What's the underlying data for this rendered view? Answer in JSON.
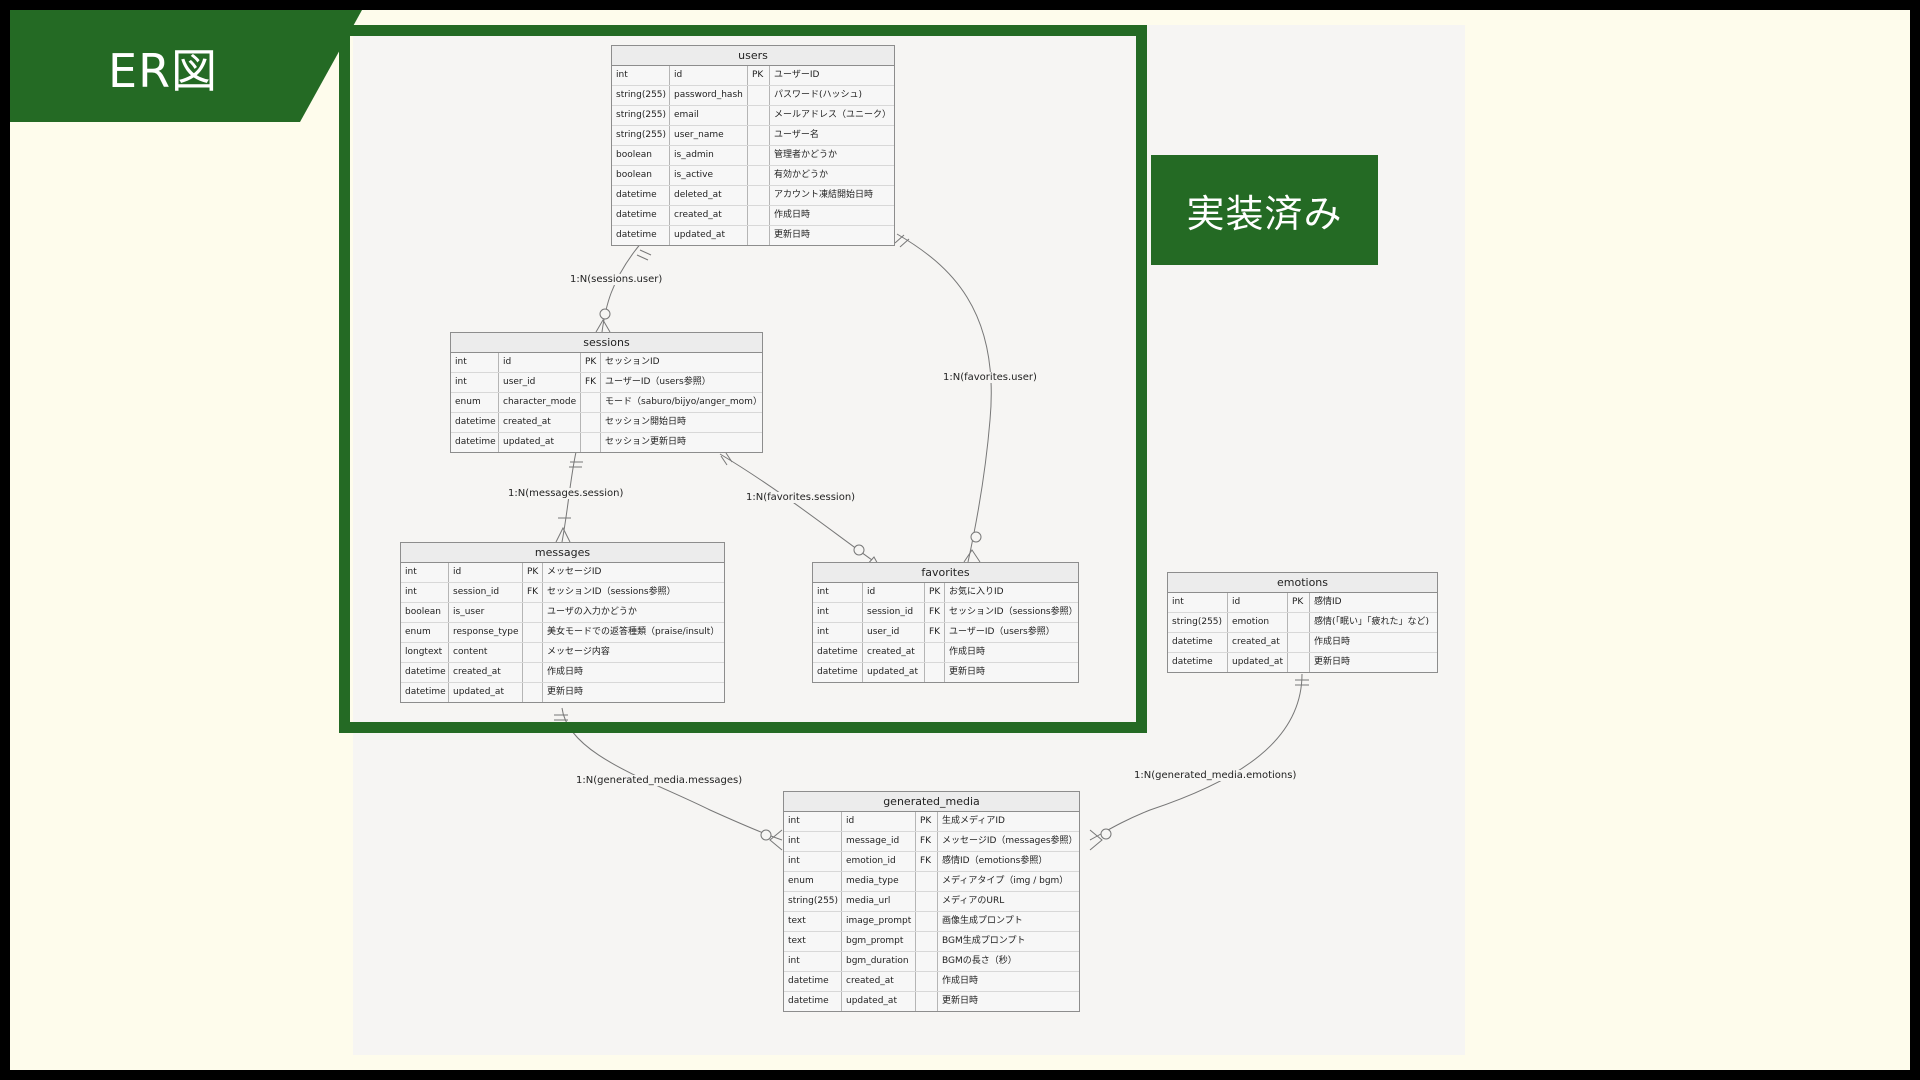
{
  "title": "ER図",
  "badge": "実装済み",
  "colors": {
    "accent": "#246a24",
    "slide_bg": "#fefcec",
    "diagram_bg": "#f6f5f3"
  },
  "entities": [
    {
      "key": "users",
      "name": "users",
      "rows": [
        [
          "int",
          "id",
          "PK",
          "ユーザーID"
        ],
        [
          "string(255)",
          "password_hash",
          "",
          "パスワード(ハッシュ)"
        ],
        [
          "string(255)",
          "email",
          "",
          "メールアドレス（ユニーク）"
        ],
        [
          "string(255)",
          "user_name",
          "",
          "ユーザー名"
        ],
        [
          "boolean",
          "is_admin",
          "",
          "管理者かどうか"
        ],
        [
          "boolean",
          "is_active",
          "",
          "有効かどうか"
        ],
        [
          "datetime",
          "deleted_at",
          "",
          "アカウント凍結開始日時"
        ],
        [
          "datetime",
          "created_at",
          "",
          "作成日時"
        ],
        [
          "datetime",
          "updated_at",
          "",
          "更新日時"
        ]
      ]
    },
    {
      "key": "sessions",
      "name": "sessions",
      "rows": [
        [
          "int",
          "id",
          "PK",
          "セッションID"
        ],
        [
          "int",
          "user_id",
          "FK",
          "ユーザーID（users参照）"
        ],
        [
          "enum",
          "character_mode",
          "",
          "モード（saburo/bijyo/anger_mom）"
        ],
        [
          "datetime",
          "created_at",
          "",
          "セッション開始日時"
        ],
        [
          "datetime",
          "updated_at",
          "",
          "セッション更新日時"
        ]
      ]
    },
    {
      "key": "messages",
      "name": "messages",
      "rows": [
        [
          "int",
          "id",
          "PK",
          "メッセージID"
        ],
        [
          "int",
          "session_id",
          "FK",
          "セッションID（sessions参照）"
        ],
        [
          "boolean",
          "is_user",
          "",
          "ユーザの入力かどうか"
        ],
        [
          "enum",
          "response_type",
          "",
          "美女モードでの返答種類（praise/insult）"
        ],
        [
          "longtext",
          "content",
          "",
          "メッセージ内容"
        ],
        [
          "datetime",
          "created_at",
          "",
          "作成日時"
        ],
        [
          "datetime",
          "updated_at",
          "",
          "更新日時"
        ]
      ]
    },
    {
      "key": "favorites",
      "name": "favorites",
      "rows": [
        [
          "int",
          "id",
          "PK",
          "お気に入りID"
        ],
        [
          "int",
          "session_id",
          "FK",
          "セッションID（sessions参照）"
        ],
        [
          "int",
          "user_id",
          "FK",
          "ユーザーID（users参照）"
        ],
        [
          "datetime",
          "created_at",
          "",
          "作成日時"
        ],
        [
          "datetime",
          "updated_at",
          "",
          "更新日時"
        ]
      ]
    },
    {
      "key": "emotions",
      "name": "emotions",
      "rows": [
        [
          "int",
          "id",
          "PK",
          "感情ID"
        ],
        [
          "string(255)",
          "emotion",
          "",
          "感情(「眠い」「疲れた」など)"
        ],
        [
          "datetime",
          "created_at",
          "",
          "作成日時"
        ],
        [
          "datetime",
          "updated_at",
          "",
          "更新日時"
        ]
      ]
    },
    {
      "key": "generated_media",
      "name": "generated_media",
      "rows": [
        [
          "int",
          "id",
          "PK",
          "生成メディアID"
        ],
        [
          "int",
          "message_id",
          "FK",
          "メッセージID（messages参照）"
        ],
        [
          "int",
          "emotion_id",
          "FK",
          "感情ID（emotions参照）"
        ],
        [
          "enum",
          "media_type",
          "",
          "メディアタイプ（img / bgm）"
        ],
        [
          "string(255)",
          "media_url",
          "",
          "メディアのURL"
        ],
        [
          "text",
          "image_prompt",
          "",
          "画像生成プロンプト"
        ],
        [
          "text",
          "bgm_prompt",
          "",
          "BGM生成プロンプト"
        ],
        [
          "int",
          "bgm_duration",
          "",
          "BGMの長さ（秒）"
        ],
        [
          "datetime",
          "created_at",
          "",
          "作成日時"
        ],
        [
          "datetime",
          "updated_at",
          "",
          "更新日時"
        ]
      ]
    }
  ],
  "relationships": [
    {
      "key": "sessions_user",
      "label": "1:N(sessions.user)"
    },
    {
      "key": "favorites_user",
      "label": "1:N(favorites.user)"
    },
    {
      "key": "messages_session",
      "label": "1:N(messages.session)"
    },
    {
      "key": "favorites_session",
      "label": "1:N(favorites.session)"
    },
    {
      "key": "generated_media_messages",
      "label": "1:N(generated_media.messages)"
    },
    {
      "key": "generated_media_emotions",
      "label": "1:N(generated_media.emotions)"
    }
  ]
}
